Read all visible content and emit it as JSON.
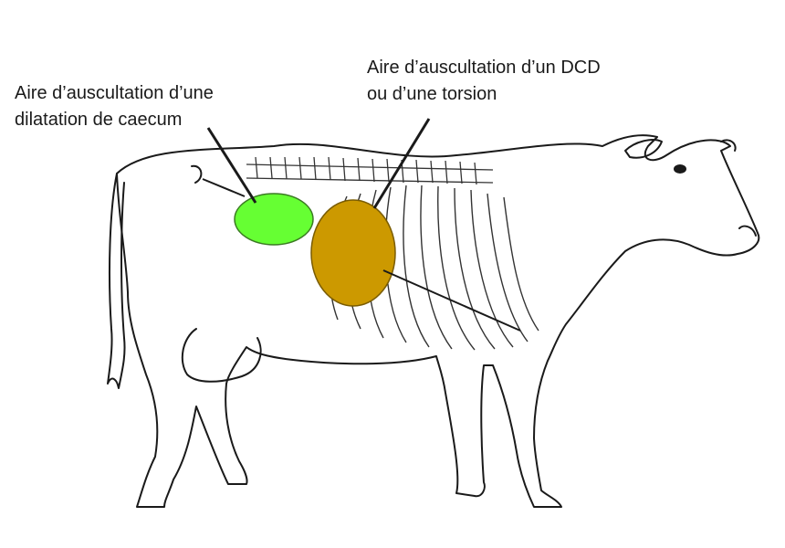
{
  "labels": {
    "caecum": {
      "line1": "Aire d’auscultation d’une",
      "line2": "dilatation de caecum",
      "color": "#66ff33"
    },
    "dcd": {
      "line1": "Aire d’auscultation d’un DCD",
      "line2": "ou d’une torsion",
      "color": "#cc9900"
    }
  },
  "colors": {
    "outline": "#1a1a1a",
    "background": "#ffffff"
  }
}
